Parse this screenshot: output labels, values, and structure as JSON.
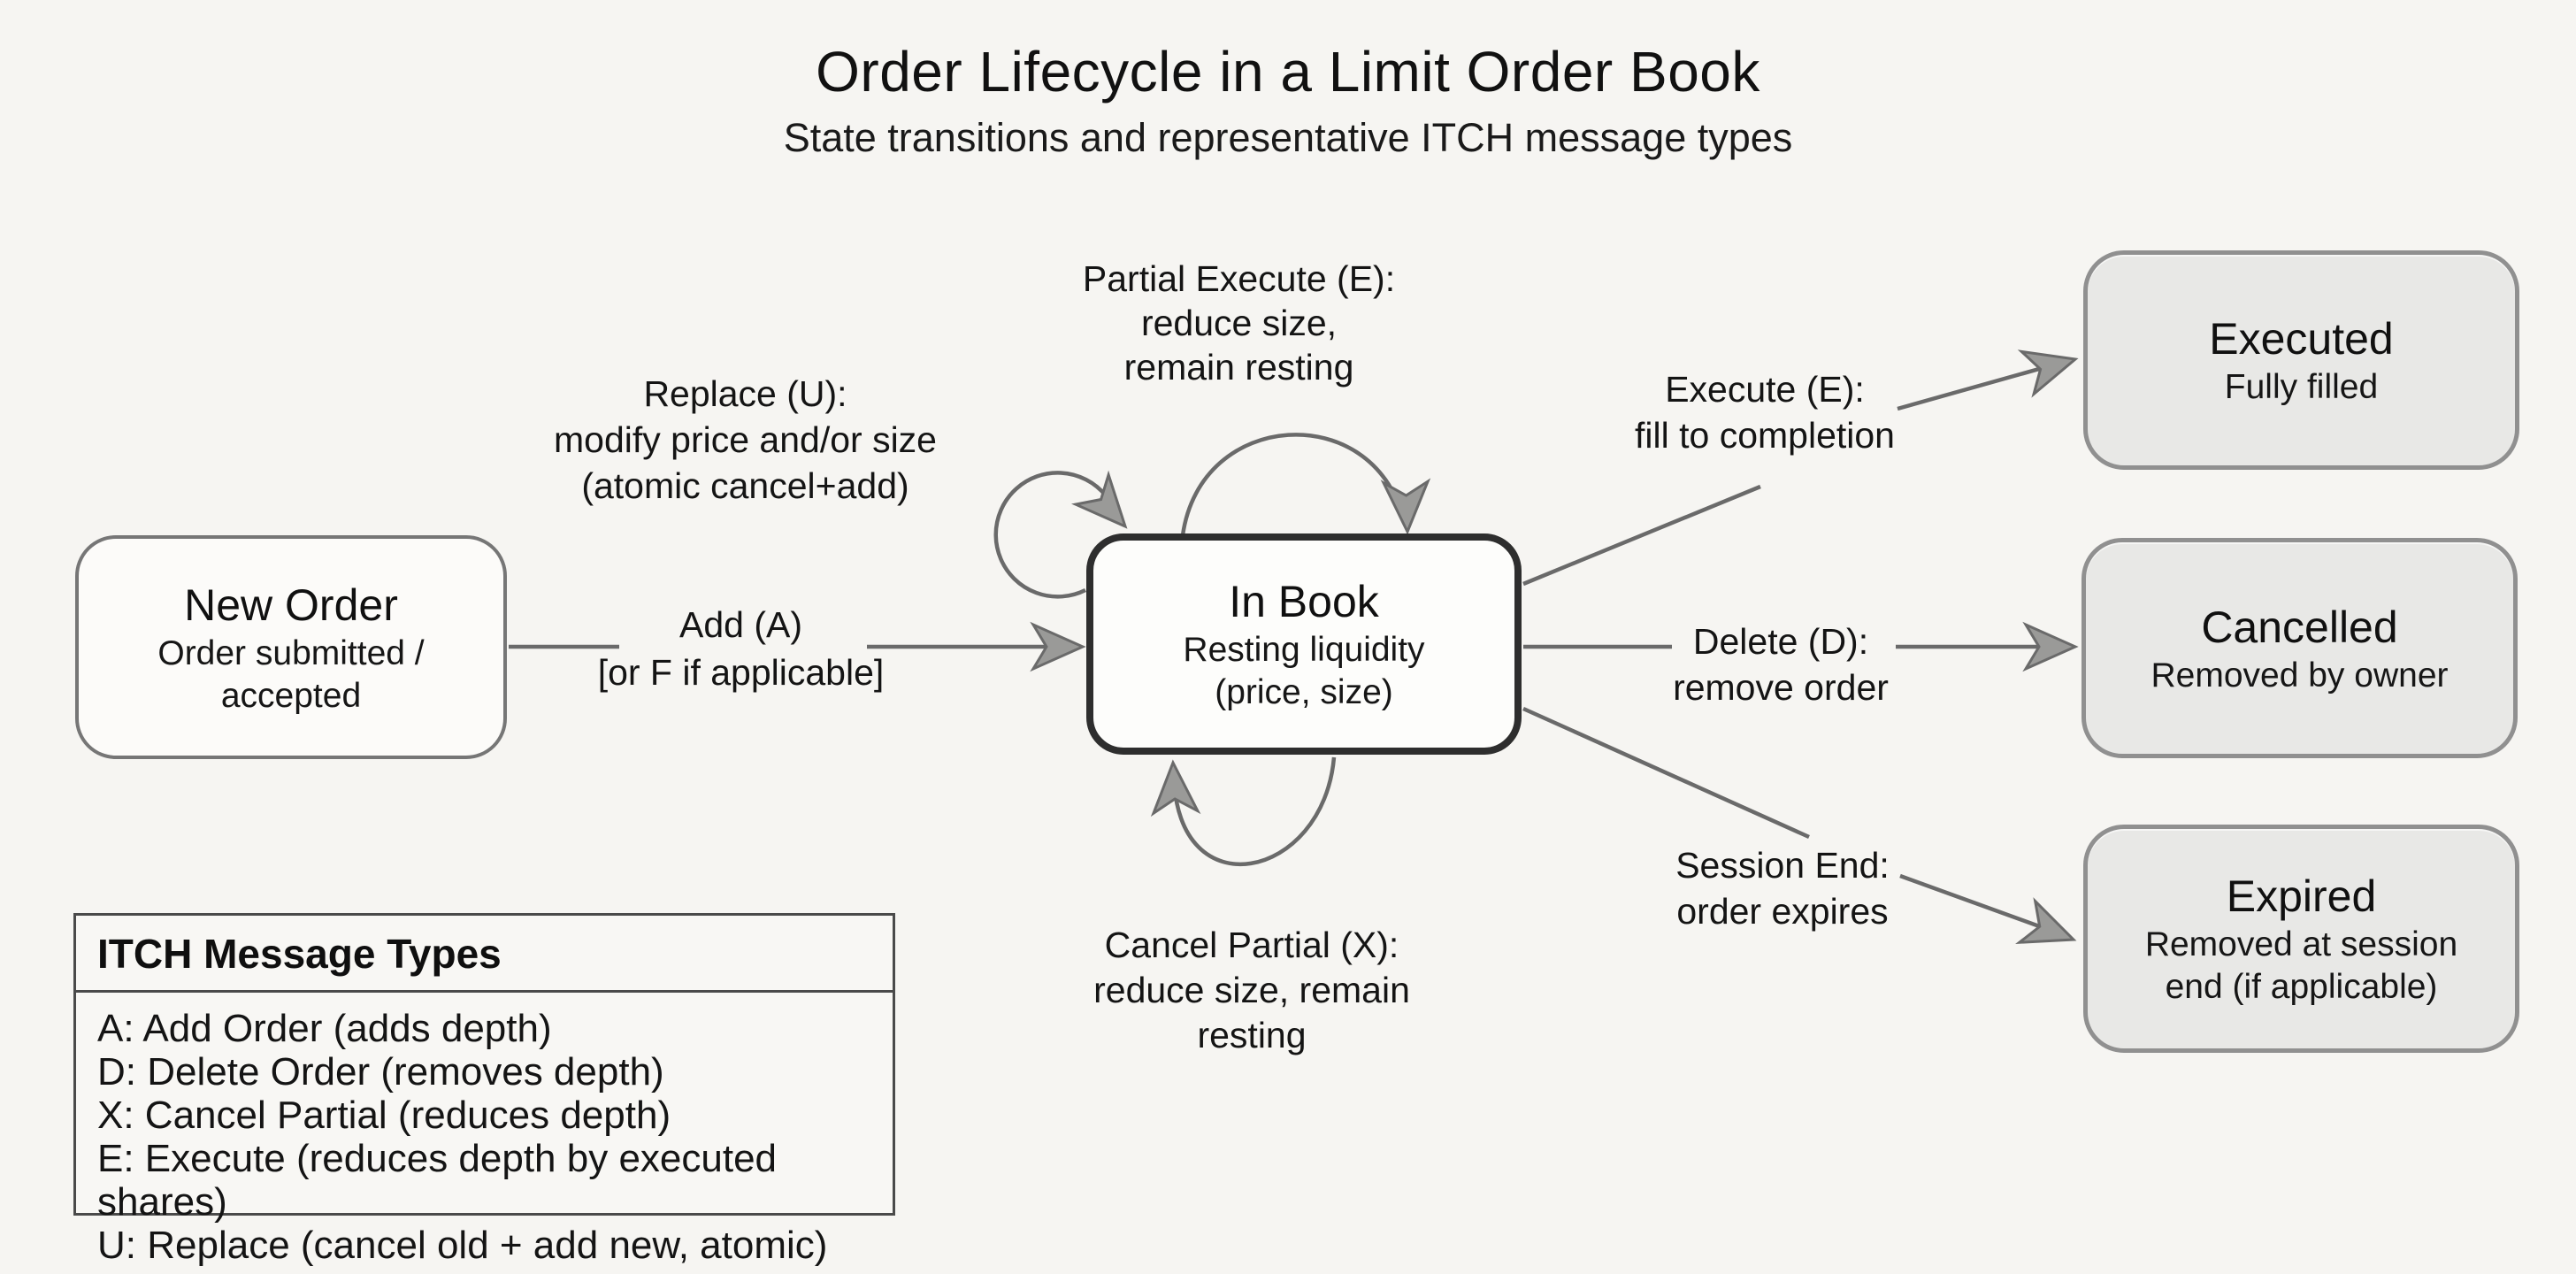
{
  "header": {
    "title": "Order Lifecycle in a Limit Order Book",
    "subtitle": "State transitions and representative ITCH message types"
  },
  "nodes": {
    "new_order": {
      "title": "New Order",
      "subtitle_lines": [
        "Order submitted /",
        "accepted"
      ]
    },
    "in_book": {
      "title": "In Book",
      "subtitle_lines": [
        "Resting liquidity",
        "(price, size)"
      ]
    },
    "executed": {
      "title": "Executed",
      "subtitle_lines": [
        "Fully filled"
      ]
    },
    "cancelled": {
      "title": "Cancelled",
      "subtitle_lines": [
        "Removed by owner"
      ]
    },
    "expired": {
      "title": "Expired",
      "subtitle_lines": [
        "Removed at session",
        "end (if applicable)"
      ]
    }
  },
  "edges": {
    "add": {
      "lines": [
        "Add (A)",
        "[or F if applicable]"
      ]
    },
    "replace": {
      "lines": [
        "Replace (U):",
        "modify price and/or size",
        "(atomic cancel+add)"
      ]
    },
    "partial_execute": {
      "lines": [
        "Partial Execute (E):",
        "reduce size,",
        "remain resting"
      ]
    },
    "cancel_partial": {
      "lines": [
        "Cancel Partial (X):",
        "reduce size, remain",
        "resting"
      ]
    },
    "execute": {
      "lines": [
        "Execute (E):",
        "fill to completion"
      ]
    },
    "delete": {
      "lines": [
        "Delete (D):",
        "remove order"
      ]
    },
    "session_end": {
      "lines": [
        "Session End:",
        "order expires"
      ]
    }
  },
  "legend": {
    "header": "ITCH Message Types",
    "items": [
      "A: Add Order (adds depth)",
      "D: Delete Order (removes depth)",
      "X: Cancel Partial (reduces depth)",
      "E: Execute (reduces depth by executed shares)",
      "U: Replace (cancel old + add new, atomic)"
    ]
  },
  "colors": {
    "page_background": "#f6f5f2",
    "state_fill": "#fcfbf9",
    "terminal_fill": "#e8e8e6",
    "current_state_border": "#2e2e2e",
    "box_border": "#8a8a8a",
    "arrow": "#6a6a6a",
    "text": "#151515"
  }
}
